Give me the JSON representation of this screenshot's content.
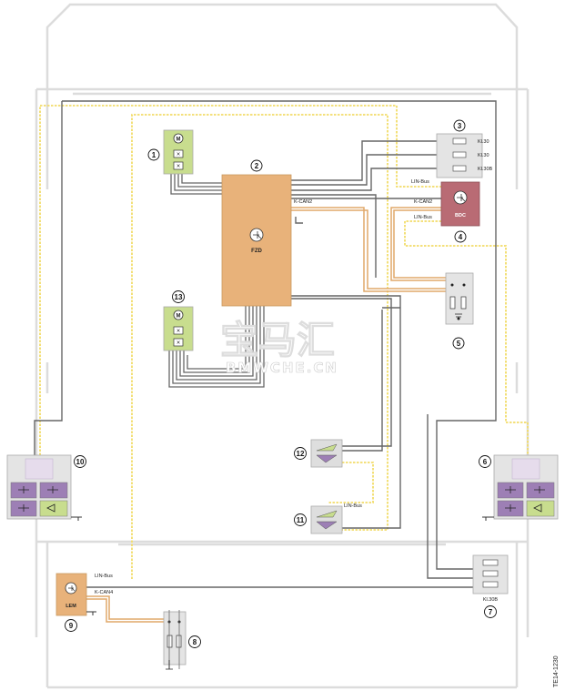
{
  "diagram": {
    "components": {
      "sunroof_motor_unit": {
        "number": "1"
      },
      "fzd": {
        "number": "2",
        "label": "FZD"
      },
      "fuse_box_front": {
        "number": "3",
        "terminals": [
          "Kl.30",
          "Kl.30",
          "Kl.30B"
        ]
      },
      "bdc": {
        "number": "4",
        "label": "BDC"
      },
      "can_terminator_front": {
        "number": "5"
      },
      "right_light_switch_unit": {
        "number": "6"
      },
      "fuse_box_rear": {
        "number": "7",
        "terminal": "Kl.30B"
      },
      "can_terminator_rear": {
        "number": "8"
      },
      "lem": {
        "number": "9",
        "label": "LEM"
      },
      "left_light_switch_unit": {
        "number": "10"
      },
      "switch_11": {
        "number": "11"
      },
      "switch_12": {
        "number": "12"
      },
      "roller_blind_motor_unit": {
        "number": "13"
      }
    },
    "wire_labels": {
      "lin_bus_bdc_top": "LIN-Bus",
      "kcan2_fzd": "K-CAN2",
      "kcan2_bdc": "K-CAN2",
      "lin_bus_bdc_bottom": "LIN-Bus",
      "lin_bus_switch": "LIN-Bus",
      "lin_bus_lem": "LIN-Bus",
      "kcan4_lem": "K-CAN4"
    },
    "figure_id": "TE14-1230",
    "watermark": {
      "text": "BMWCHE.CN"
    },
    "colors": {
      "fzd_module": "#e8b27a",
      "bdc_module": "#b96b74",
      "lem_module": "#e8b27a",
      "motor_unit": "#c8dd8e",
      "switch_purple": "#9d7fb5",
      "lin_bus_wire": "#f2dc6a",
      "kcan_wire": "#e0a86a",
      "power_wire": "#666666",
      "body_outline": "#dcdcdc"
    }
  }
}
